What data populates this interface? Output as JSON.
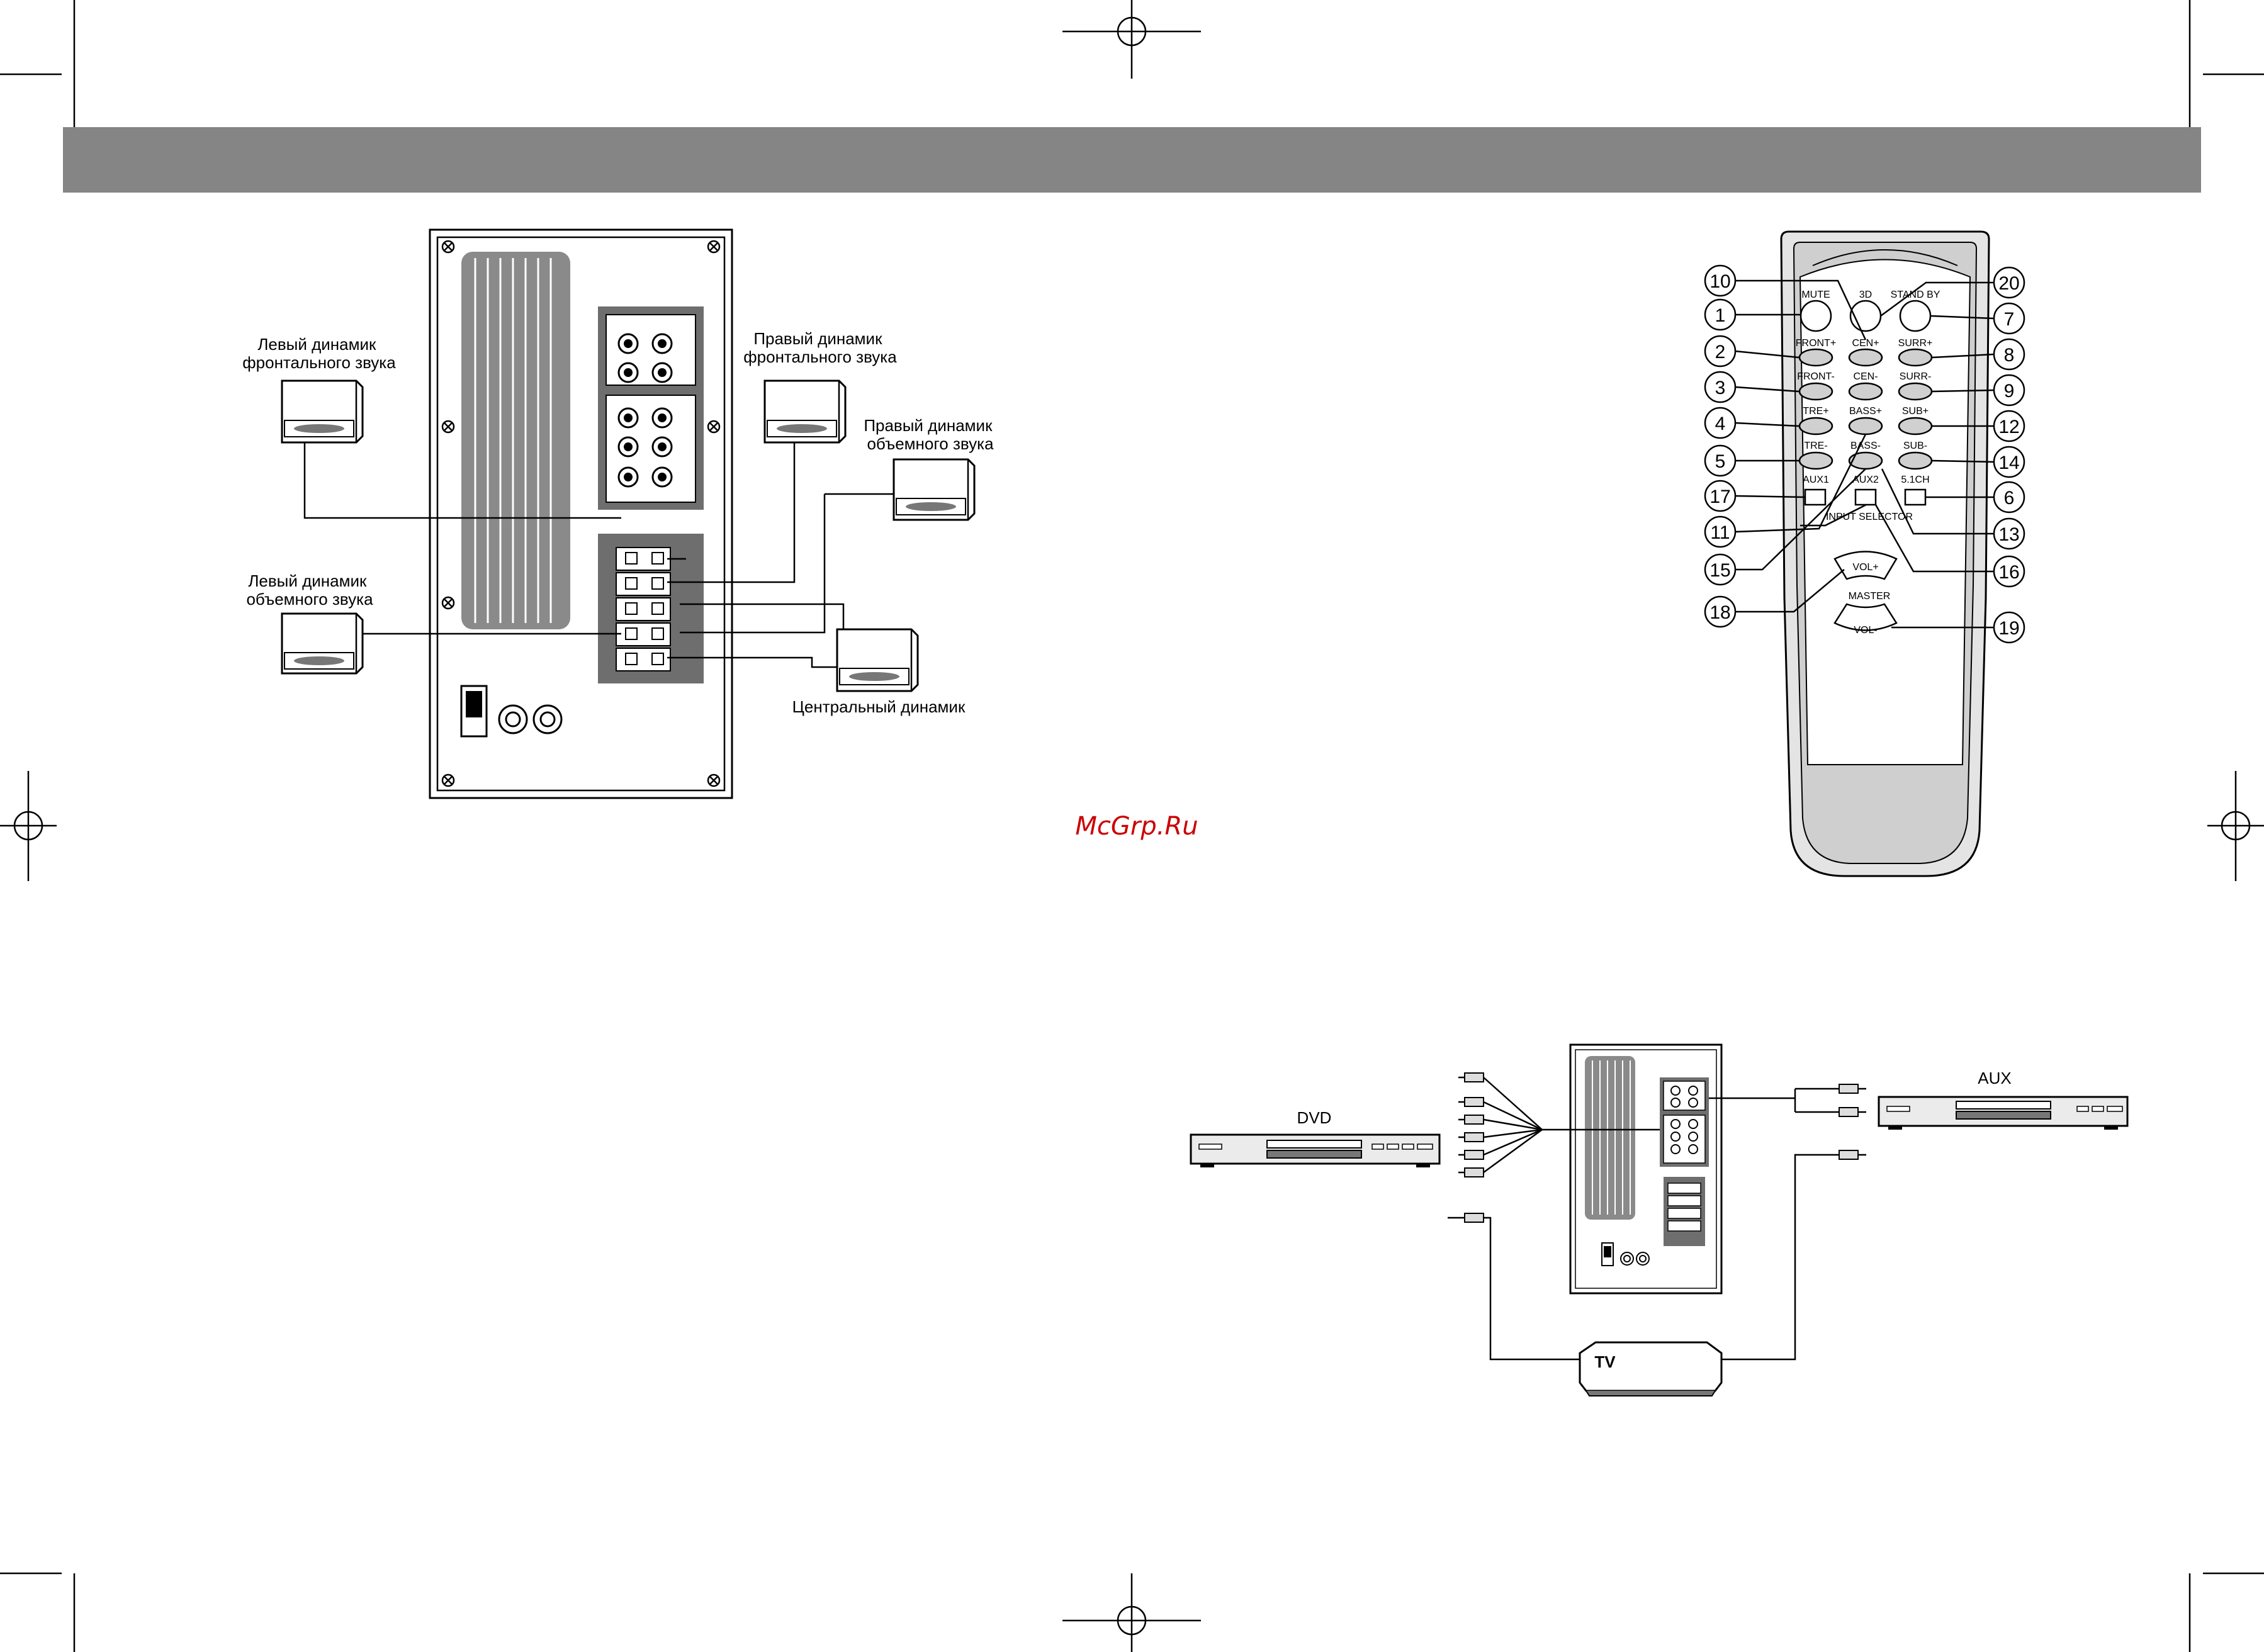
{
  "watermark": "McGrp.Ru",
  "speaker_diagram": {
    "front_left": [
      "Левый динамик",
      "фронтального звука"
    ],
    "front_right": [
      "Правый динамик",
      "фронтального звука"
    ],
    "surround_right": [
      "Правый динамик",
      "объемного звука"
    ],
    "surround_left": [
      "Левый динамик",
      "объемного звука"
    ],
    "center": "Центральный динамик"
  },
  "remote": {
    "buttons": {
      "mute": "MUTE",
      "threed": "3D",
      "standby": "STAND BY",
      "front_plus": "FRONT+",
      "cen_plus": "CEN+",
      "surr_plus": "SURR+",
      "front_minus": "FRONT-",
      "cen_minus": "CEN-",
      "surr_minus": "SURR-",
      "tre_plus": "TRE+",
      "bass_plus": "BASS+",
      "sub_plus": "SUB+",
      "tre_minus": "TRE-",
      "bass_minus": "BASS-",
      "sub_minus": "SUB-",
      "aux1": "AUX1",
      "aux2": "AUX2",
      "ch51": "5.1CH",
      "input_selector": "INPUT SELECTOR",
      "vol_plus": "VOL+",
      "master": "MASTER",
      "vol_minus": "VOL-"
    },
    "callouts_left": [
      "10",
      "1",
      "2",
      "3",
      "4",
      "5",
      "17",
      "11",
      "15",
      "18"
    ],
    "callouts_right": [
      "20",
      "7",
      "8",
      "9",
      "12",
      "14",
      "6",
      "13",
      "16",
      "19"
    ]
  },
  "connection_diagram": {
    "dvd": "DVD",
    "aux": "AUX",
    "tv": "TV"
  }
}
